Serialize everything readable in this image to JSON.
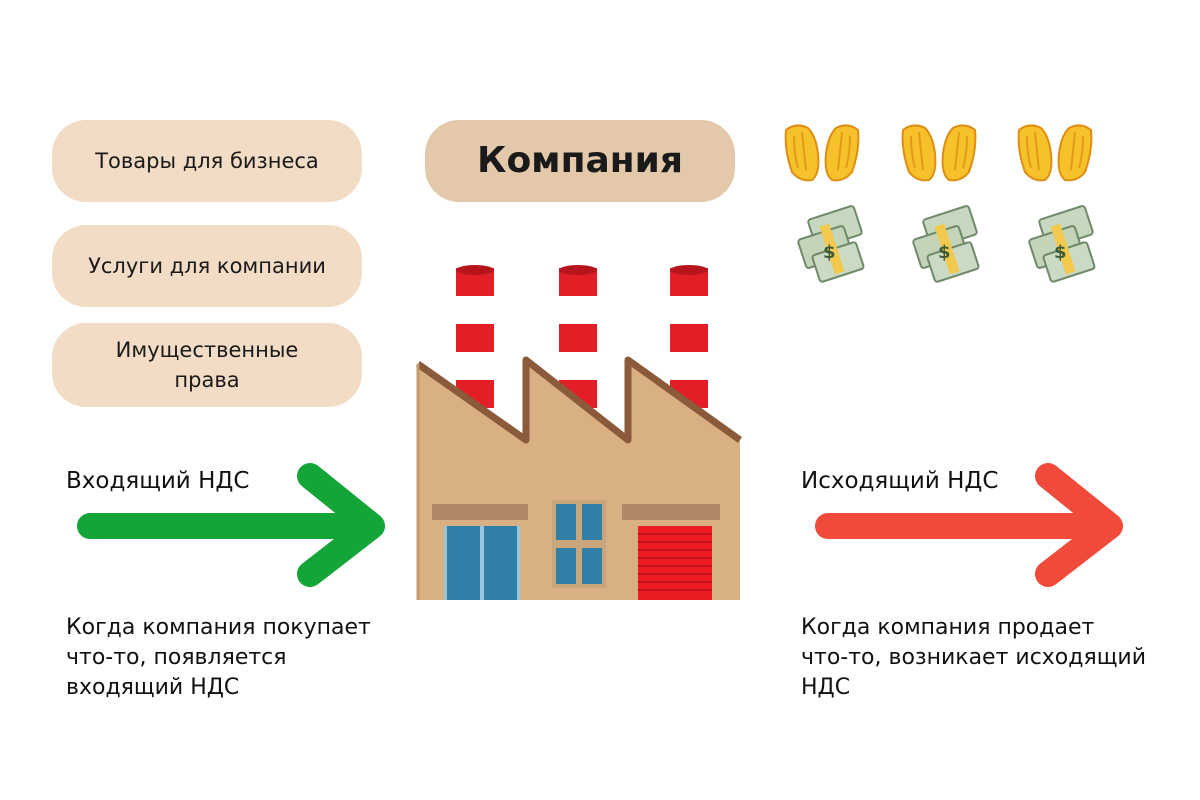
{
  "left_items": [
    {
      "label": "Товары для бизнеса"
    },
    {
      "label": "Услуги для компании"
    },
    {
      "label": "Имущественные\nправа"
    }
  ],
  "company": {
    "label": "Компания",
    "icon": "factory-icon"
  },
  "input_vat": {
    "title": "Входящий НДС",
    "description": "Когда компания покупает\nчто-то,  появляется\nвходящий НДС",
    "color": "#13a538",
    "icon": "arrow-right-icon"
  },
  "output_vat": {
    "title": "Исходящий НДС",
    "description": "Когда компания продает\nчто-то, возникает исходящий\nНДС",
    "color": "#f04a3a",
    "icon": "arrow-right-icon"
  },
  "payments": {
    "hands_icon": "palms-up-together-icon",
    "money_icon": "money-with-wings-icon"
  },
  "colors": {
    "pill": "#f2dcc5",
    "company_pill": "#e3c8aa"
  }
}
